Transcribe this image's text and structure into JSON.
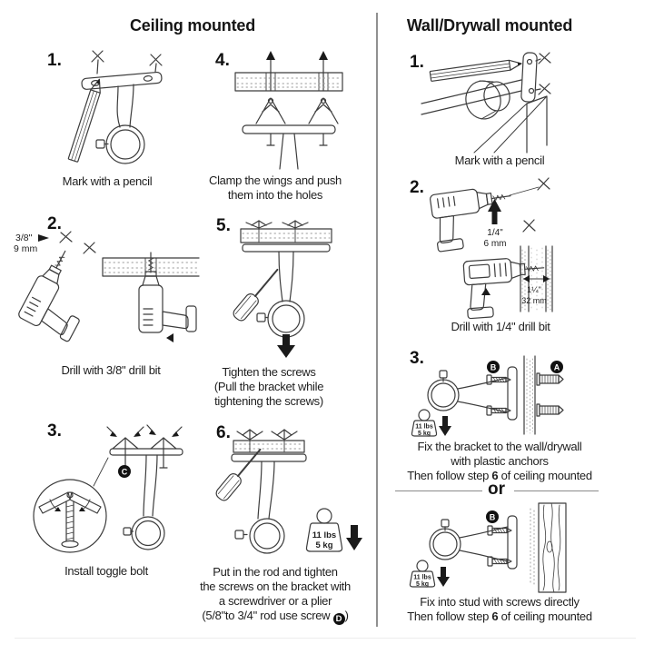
{
  "ceiling": {
    "title": "Ceiling mounted",
    "step1": {
      "num": "1.",
      "caption": "Mark with a pencil"
    },
    "step2": {
      "num": "2.",
      "bit_size": "3/8\"",
      "bit_mm": "9 mm",
      "caption": "Drill with 3/8\" drill bit"
    },
    "step3": {
      "num": "3.",
      "screw_badge": "C",
      "caption": "Install toggle bolt"
    },
    "step4": {
      "num": "4.",
      "caption_line1": "Clamp the wings and push",
      "caption_line2": "them into the holes"
    },
    "step5": {
      "num": "5.",
      "caption_line1": "Tighten the screws",
      "caption_line2": "(Pull the bracket while",
      "caption_line3": "tightening the screws)"
    },
    "step6": {
      "num": "6.",
      "weight_lbs": "11 lbs",
      "weight_kg": "5 kg",
      "caption_line1": "Put in the rod and tighten",
      "caption_line2": "the screws on the bracket with",
      "caption_line3": "a screwdriver or a plier",
      "caption_line4_prefix": "(5/8\"to 3/4\" rod use screw ",
      "screw_badge": "D",
      "caption_line4_suffix": ")"
    }
  },
  "wall": {
    "title": "Wall/Drywall mounted",
    "step1": {
      "num": "1.",
      "caption": "Mark with a pencil"
    },
    "step2": {
      "num": "2.",
      "hole_size": "1/4\"",
      "hole_mm": "6 mm",
      "depth_size": "1¼\"",
      "depth_mm": "32 mm",
      "caption": "Drill with 1/4\" drill bit"
    },
    "step3": {
      "num": "3.",
      "screw_badge": "B",
      "anchor_badge": "A",
      "weight_lbs": "11 lbs",
      "weight_kg": "5 kg",
      "caption_line1": "Fix the bracket to the wall/drywall",
      "caption_line2": "with plastic anchors",
      "follow_prefix": "Then follow step ",
      "follow_step": "6",
      "follow_suffix": " of ceiling mounted"
    },
    "or_label": "or",
    "stud": {
      "screw_badge": "B",
      "weight_lbs": "11 lbs",
      "weight_kg": "5 kg",
      "caption_line1": "Fix into stud with screws directly",
      "follow_prefix": "Then follow step ",
      "follow_step": "6",
      "follow_suffix": " of ceiling mounted"
    }
  },
  "icons": {
    "pencil": "pencil-icon",
    "drill": "drill-icon",
    "screwdriver": "screwdriver-icon",
    "weight": "weight-icon",
    "toggle_bolt": "toggle-bolt-icon",
    "down_arrow": "down-arrow-icon",
    "up_arrow": "up-arrow-icon",
    "x_mark": "x-mark-icon"
  }
}
